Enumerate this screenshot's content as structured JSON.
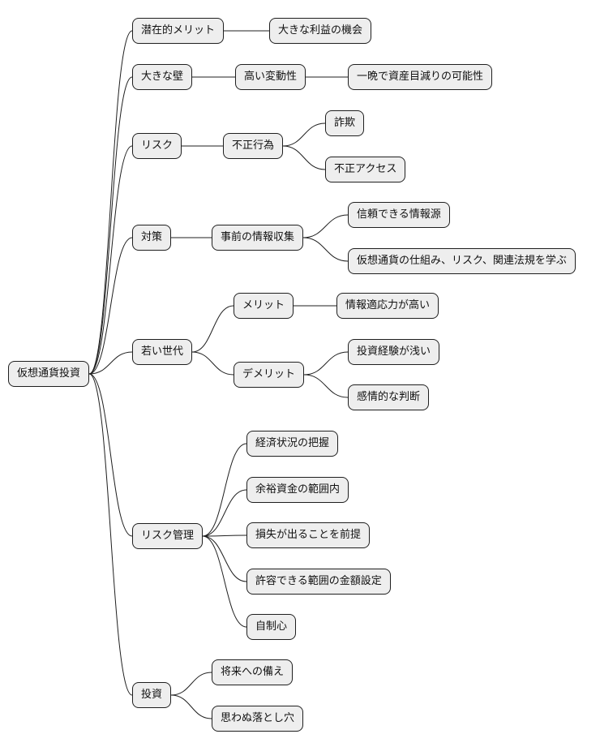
{
  "mindmap": {
    "root": "仮想通貨投資",
    "branches": [
      {
        "label": "潜在的メリット",
        "children": [
          {
            "label": "大きな利益の機会",
            "children": []
          }
        ]
      },
      {
        "label": "大きな壁",
        "children": [
          {
            "label": "高い変動性",
            "children": [
              {
                "label": "一晩で資産目減りの可能性"
              }
            ]
          }
        ]
      },
      {
        "label": "リスク",
        "children": [
          {
            "label": "不正行為",
            "children": [
              {
                "label": "詐欺"
              },
              {
                "label": "不正アクセス"
              }
            ]
          }
        ]
      },
      {
        "label": "対策",
        "children": [
          {
            "label": "事前の情報収集",
            "children": [
              {
                "label": "信頼できる情報源"
              },
              {
                "label": "仮想通貨の仕組み、リスク、関連法規を学ぶ"
              }
            ]
          }
        ]
      },
      {
        "label": "若い世代",
        "children": [
          {
            "label": "メリット",
            "children": [
              {
                "label": "情報適応力が高い"
              }
            ]
          },
          {
            "label": "デメリット",
            "children": [
              {
                "label": "投資経験が浅い"
              },
              {
                "label": "感情的な判断"
              }
            ]
          }
        ]
      },
      {
        "label": "リスク管理",
        "children": [
          {
            "label": "経済状況の把握"
          },
          {
            "label": "余裕資金の範囲内"
          },
          {
            "label": "損失が出ることを前提"
          },
          {
            "label": "許容できる範囲の金額設定"
          },
          {
            "label": "自制心"
          }
        ]
      },
      {
        "label": "投資",
        "children": [
          {
            "label": "将来への備え"
          },
          {
            "label": "思わぬ落とし穴"
          }
        ]
      }
    ]
  },
  "colors": {
    "node_fill": "#eeeeee",
    "node_border": "#1f1f1f",
    "edge": "#1f1f1f",
    "text": "#111111"
  }
}
